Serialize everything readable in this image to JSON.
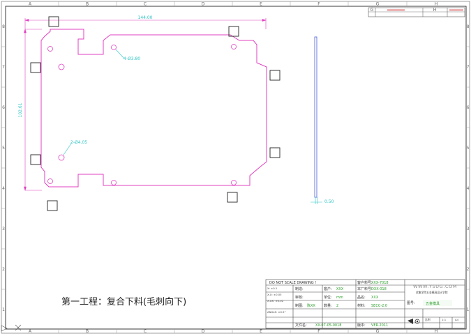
{
  "zones": {
    "top": [
      "A",
      "B",
      "C",
      "D",
      "E",
      "F",
      "G",
      "H"
    ],
    "side": [
      "8",
      "7",
      "6",
      "5",
      "4",
      "3",
      "2",
      "1"
    ]
  },
  "dims": {
    "width": "144.00",
    "height": "102.61",
    "dia_big": "4-Ø3.80",
    "dia_small": "2-Ø4.05",
    "thickness": "0.50"
  },
  "caption": "第一工程：复合下料(毛刺向下)",
  "top_block": {
    "left_label": "G",
    "right_label": "H"
  },
  "title_block": {
    "not_scale": "DO NOT SCALE DRAWING !",
    "customer_part_no_label": "客户料号:",
    "customer_part_no": "XXX-7018",
    "factory_part_no_label": "本厂料号:",
    "factory_part_no": "DXX-018",
    "design_label": "制造:",
    "customer_label": "客户:",
    "customer": "XXX",
    "product_label": "品名:",
    "product": "XXX",
    "review_label": "审核:",
    "unit_label": "单位:",
    "unit": "mm",
    "drafter_label": "制图:",
    "drafter": "陈XX",
    "quantity_label": "数量:",
    "quantity": "2",
    "material_label": "材料:",
    "material": "SECC-2.0",
    "file_label": "文件名:",
    "file": "XX-07-05-0018",
    "version_label": "版本:",
    "version": "VER.2011",
    "website": "WWW.YSUG.COM",
    "company": "优集学院五金模具设计学院",
    "drawing_no_label": "图号:",
    "drawing_name": "五金模具",
    "tolerance_lines": [
      "X: ±0.1",
      "X.X: ±0.05",
      "X.XX: ±0.02",
      "ANGLE: ±0.5°"
    ],
    "scale_label": "比例",
    "scale": "1:1",
    "size": "A4"
  },
  "colors": {
    "border": "#3a3a3a",
    "part_outline": "#e040c0",
    "dimension": "#2ec4c4",
    "side_view": "#4a5cd6",
    "field_value": "#2a9d2a"
  }
}
